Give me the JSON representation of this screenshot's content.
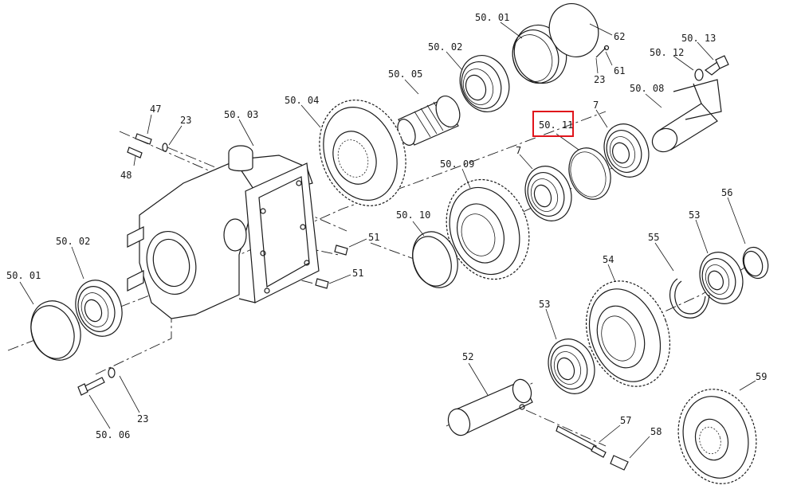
{
  "diagram": {
    "highlight_color": "#e0141b",
    "highlighted_label": "50. 11",
    "labels": {
      "l_5001_top": "50. 01",
      "l_62": "62",
      "l_5013": "50. 13",
      "l_5012": "50. 12",
      "l_61": "61",
      "l_23_top": "23",
      "l_5002_top": "50. 02",
      "l_5008": "50. 08",
      "l_5005": "50. 05",
      "l_7_top": "7",
      "l_5011": "50. 11",
      "l_5004": "50. 04",
      "l_47": "47",
      "l_23_left": "23",
      "l_5003": "50. 03",
      "l_48": "48",
      "l_7_mid": "7",
      "l_5009": "50. 09",
      "l_56": "56",
      "l_5010": "50. 10",
      "l_53_right": "53",
      "l_55": "55",
      "l_51_upper": "51",
      "l_5002_left": "50. 02",
      "l_54": "54",
      "l_5001_left": "50. 01",
      "l_51_lower": "51",
      "l_53_mid": "53",
      "l_52": "52",
      "l_59": "59",
      "l_23_bottom": "23",
      "l_5006": "50. 06",
      "l_57": "57",
      "l_58": "58"
    }
  }
}
